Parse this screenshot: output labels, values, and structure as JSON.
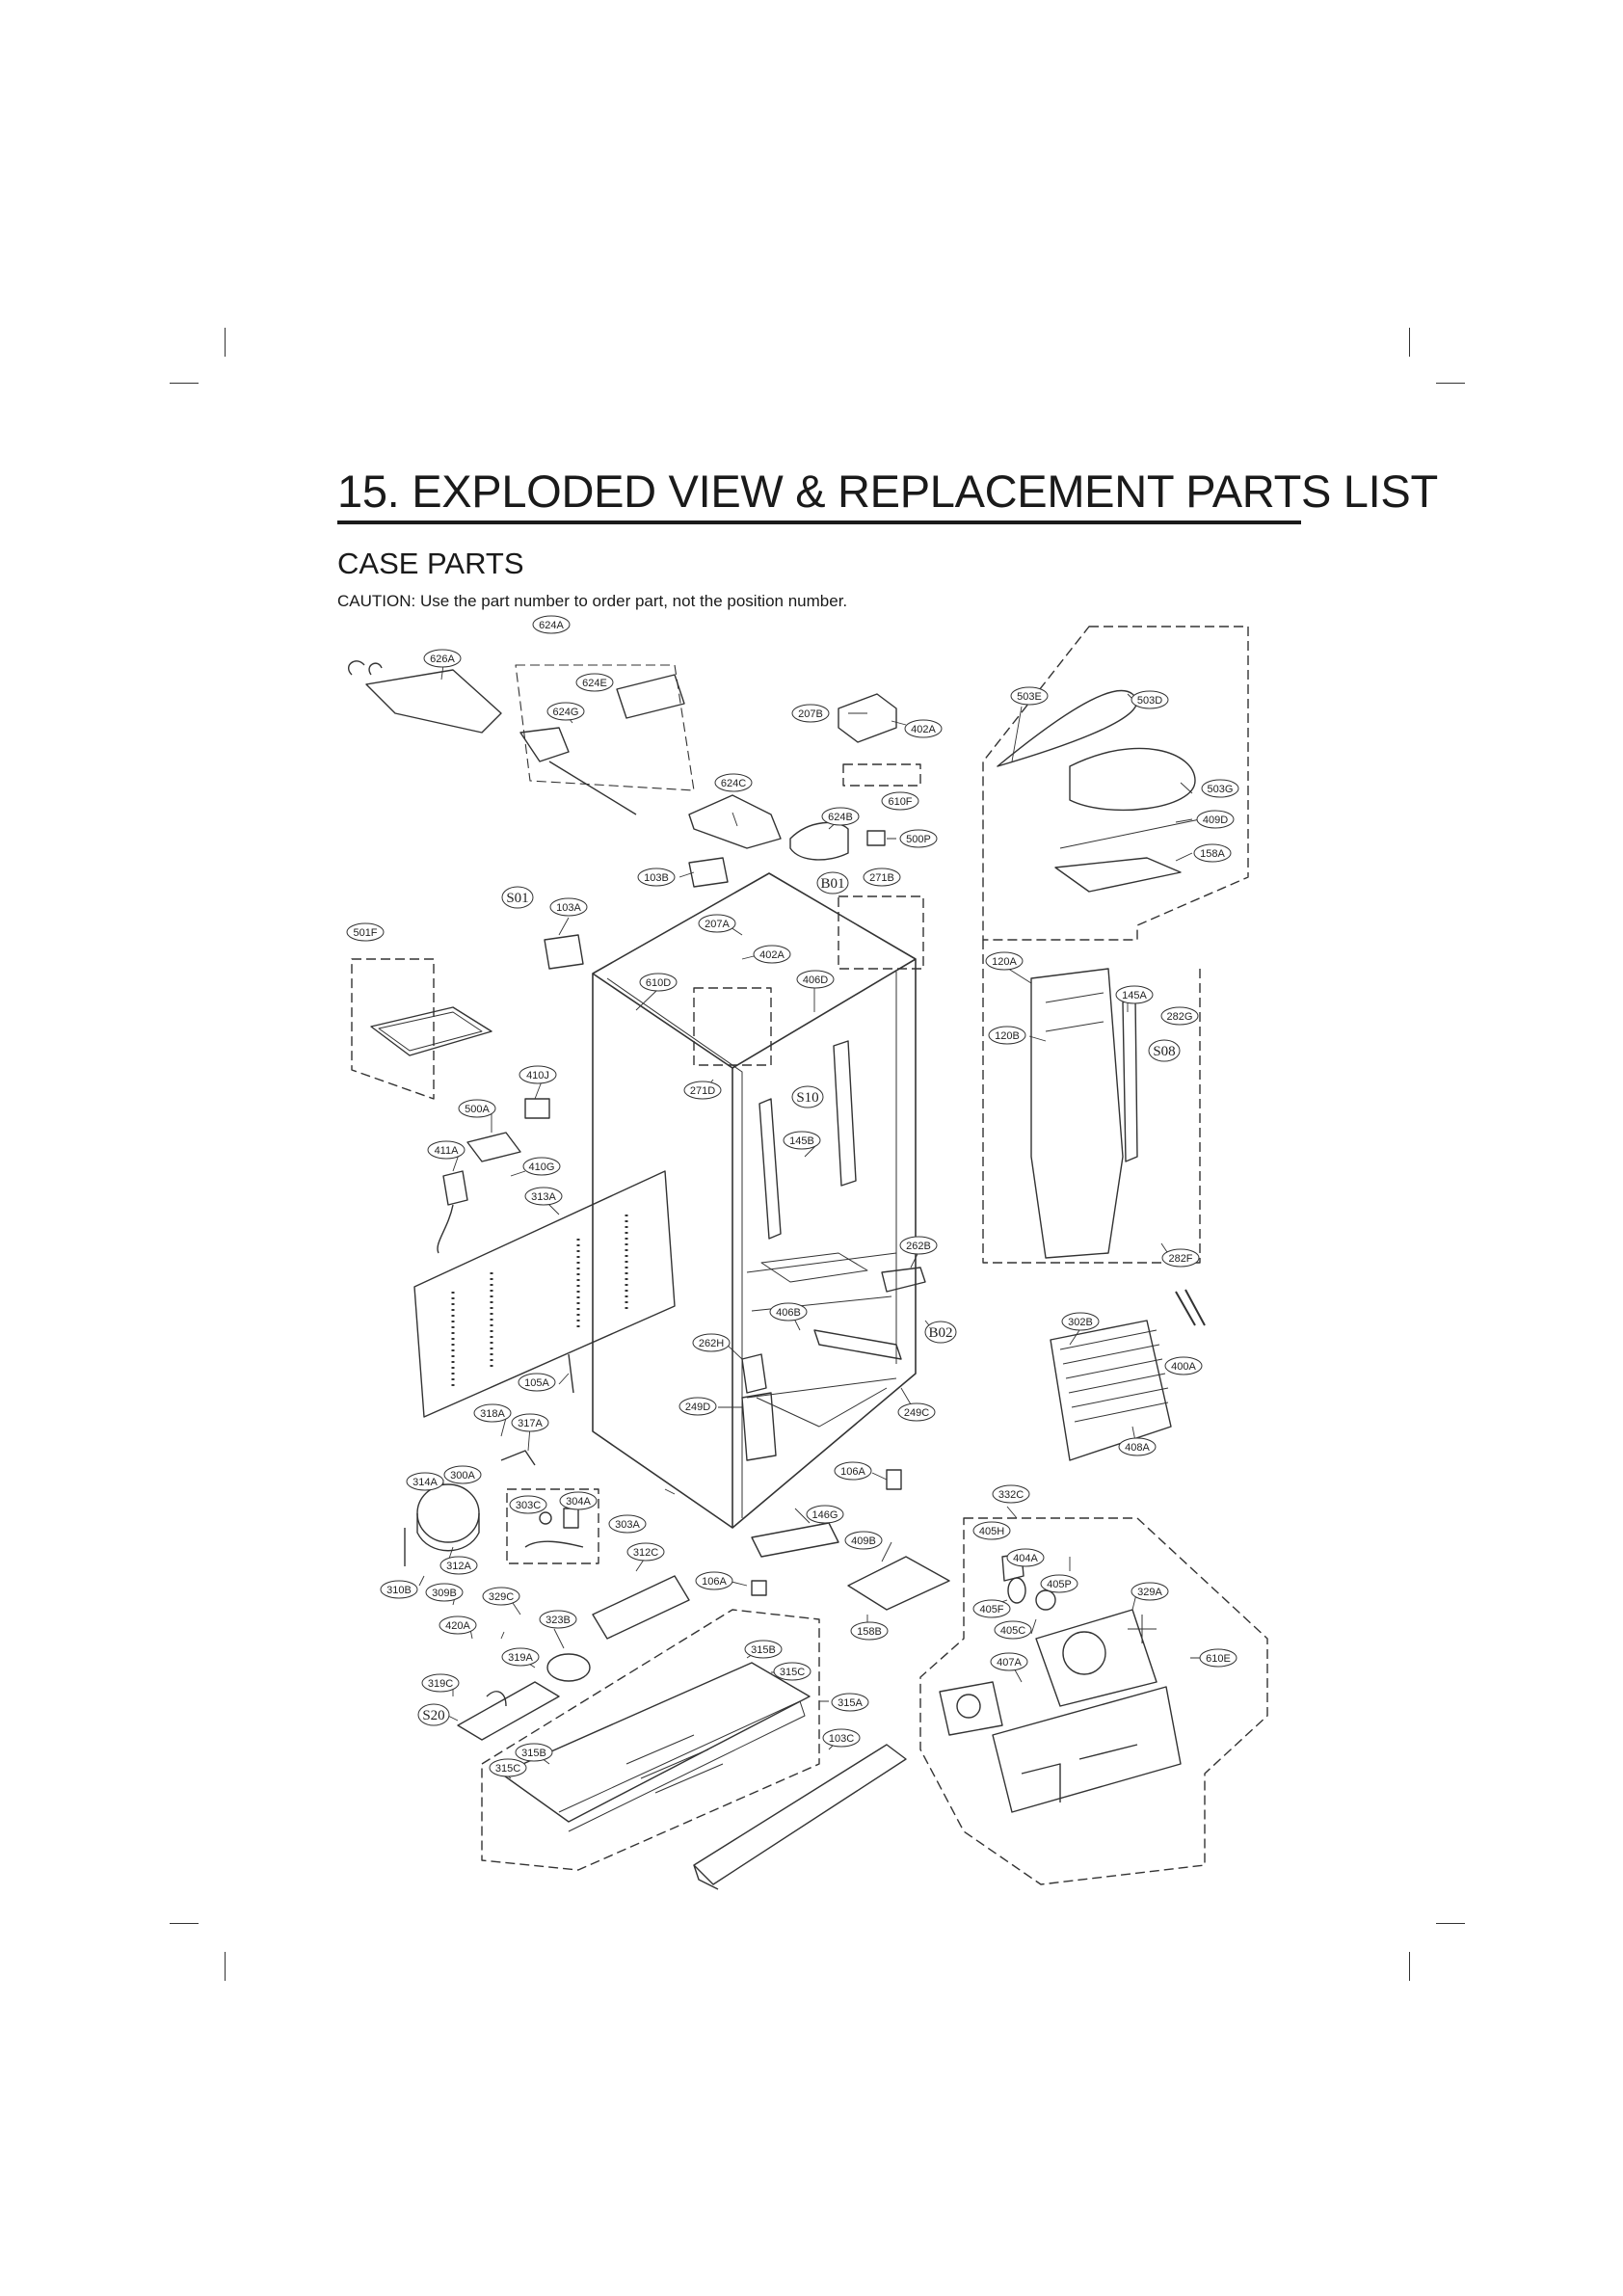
{
  "header": {
    "title": "15. EXPLODED VIEW & REPLACEMENT PARTS LIST",
    "subtitle": "CASE PARTS",
    "caution": "CAUTION: Use the part number to order part, not the position number."
  },
  "callouts": [
    "624A",
    "626A",
    "624E",
    "624G",
    "207B",
    "402A",
    "503E",
    "503D",
    "624C",
    "610F",
    "503G",
    "409D",
    "624B",
    "500P",
    "158A",
    "103B",
    "B01",
    "271B",
    "S01",
    "103A",
    "207A",
    "402A",
    "501F",
    "610D",
    "406D",
    "120A",
    "145A",
    "282G",
    "120B",
    "S08",
    "271D",
    "S10",
    "410J",
    "500A",
    "145B",
    "411A",
    "410G",
    "313A",
    "262B",
    "282F",
    "406B",
    "302B",
    "262H",
    "B02",
    "400A",
    "105A",
    "249D",
    "249C",
    "318A",
    "317A",
    "408A",
    "106A",
    "314A",
    "300A",
    "303C",
    "304A",
    "332C",
    "146G",
    "303A",
    "405H",
    "409B",
    "312A",
    "312C",
    "404A",
    "106A",
    "405P",
    "310B",
    "309B",
    "329C",
    "329A",
    "405F",
    "405C",
    "420A",
    "323B",
    "158B",
    "315B",
    "319A",
    "315C",
    "407A",
    "610E",
    "319C",
    "315A",
    "S20",
    "103C",
    "315B",
    "315C"
  ]
}
